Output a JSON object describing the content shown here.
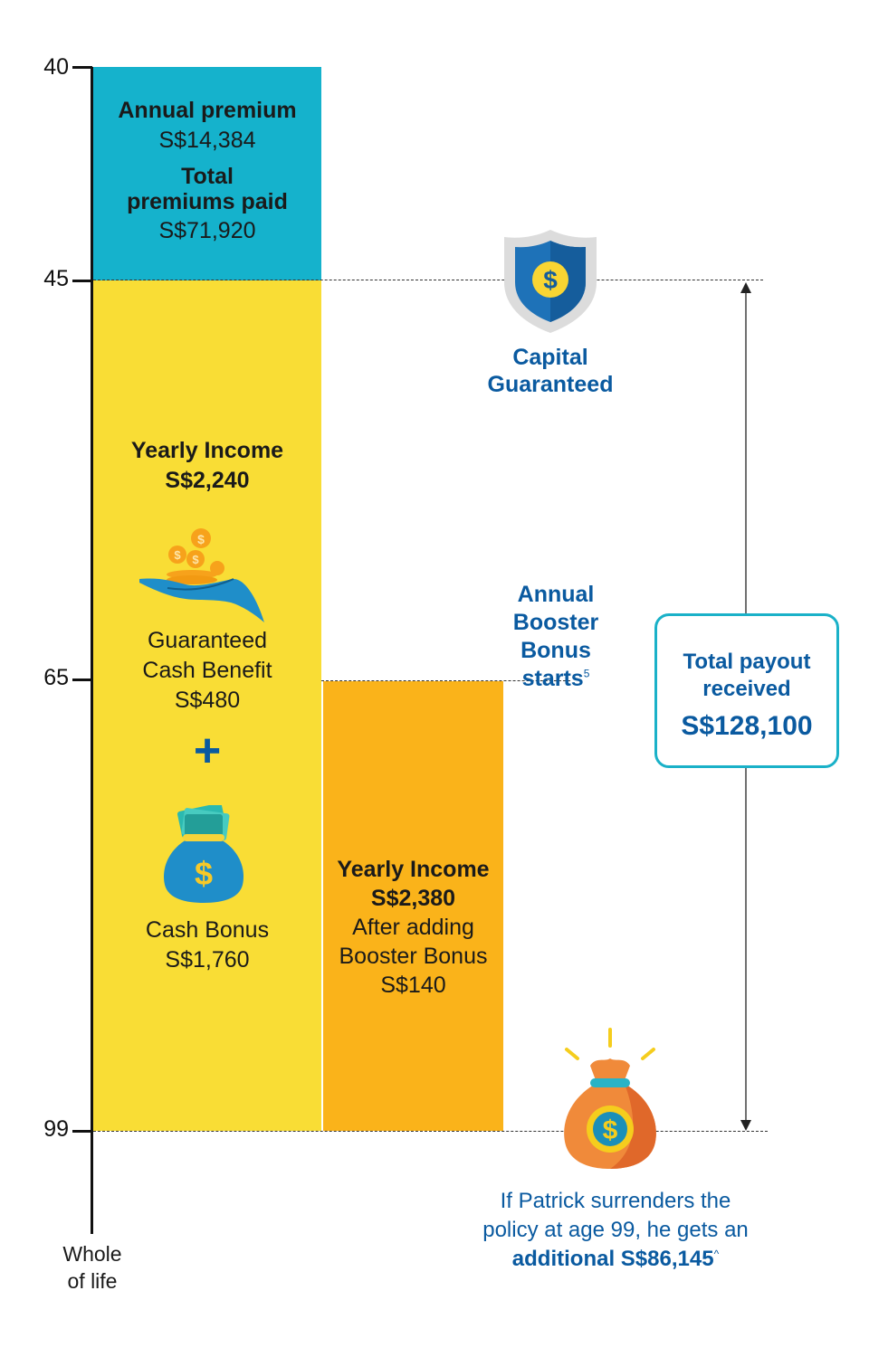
{
  "axis": {
    "ticks": [
      "40",
      "45",
      "65",
      "99"
    ],
    "end_label_line1": "Whole",
    "end_label_line2": "of life"
  },
  "premium_block": {
    "annual_premium_label": "Annual premium",
    "annual_premium_value": "S$14,384",
    "total_label_line1": "Total",
    "total_label_line2": "premiums paid",
    "total_value": "S$71,920"
  },
  "income_block": {
    "yearly_income_label": "Yearly Income",
    "yearly_income_value": "S$2,240",
    "guaranteed_line1": "Guaranteed",
    "guaranteed_line2": "Cash Benefit",
    "guaranteed_value": "S$480",
    "plus": "+",
    "cash_bonus_label": "Cash Bonus",
    "cash_bonus_value": "S$1,760"
  },
  "booster_block": {
    "yearly_income_label": "Yearly Income",
    "yearly_income_value": "S$2,380",
    "after_line1": "After adding",
    "after_line2": "Booster Bonus",
    "booster_value": "S$140"
  },
  "capital": {
    "line1": "Capital",
    "line2": "Guaranteed",
    "icon_glyph": "$"
  },
  "annual_booster": {
    "line1": "Annual",
    "line2": "Booster",
    "line3": "Bonus",
    "line4": "starts",
    "footnote": "5"
  },
  "payout": {
    "line1": "Total payout",
    "line2": "received",
    "value": "S$128,100"
  },
  "surrender": {
    "line1": "If Patrick surrenders the",
    "line2": "policy at age 99, he gets an",
    "line3": "additional S$86,145",
    "footnote": "^",
    "icon_glyph": "$"
  },
  "icons": {
    "cash_bag_glyph": "$",
    "coin_glyph": "$"
  },
  "colors": {
    "premium": "#15b2cc",
    "income": "#f9dd35",
    "booster": "#fab31a",
    "text_blue": "#0a5aa0",
    "frame_teal": "#1ab1c8"
  }
}
